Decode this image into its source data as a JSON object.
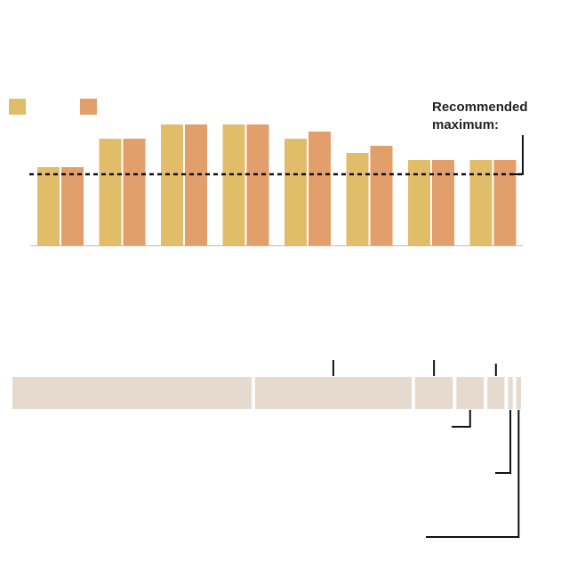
{
  "chart_data": [
    {
      "type": "bar",
      "categories": [
        "",
        "",
        "",
        "",
        "",
        "",
        "",
        ""
      ],
      "series": [
        {
          "values": [
            11,
            15,
            17,
            17,
            15,
            13,
            12,
            12
          ]
        },
        {
          "values": [
            11,
            15,
            17,
            17,
            16,
            14,
            12,
            12
          ]
        }
      ],
      "ylim": [
        0,
        25
      ],
      "reference_line": {
        "value": 10,
        "label_line1": "Recommended",
        "label_line2": "maximum:"
      },
      "grid": false,
      "legend_placement": "top-left",
      "colors": {
        "series_a": "#E2BD69",
        "series_b": "#E29F6C",
        "baseline": "#BDBDBD",
        "ref_line": "#111111"
      }
    },
    {
      "type": "bar",
      "orientation": "horizontal-stacked",
      "segments": [
        {
          "value": 47
        },
        {
          "value": 31
        },
        {
          "value": 8
        },
        {
          "value": 6
        },
        {
          "value": 4
        },
        {
          "value": 1.6
        },
        {
          "value": 1.6
        }
      ],
      "colors": {
        "segment": "#E6D9CE",
        "leader": "#111111"
      }
    }
  ]
}
